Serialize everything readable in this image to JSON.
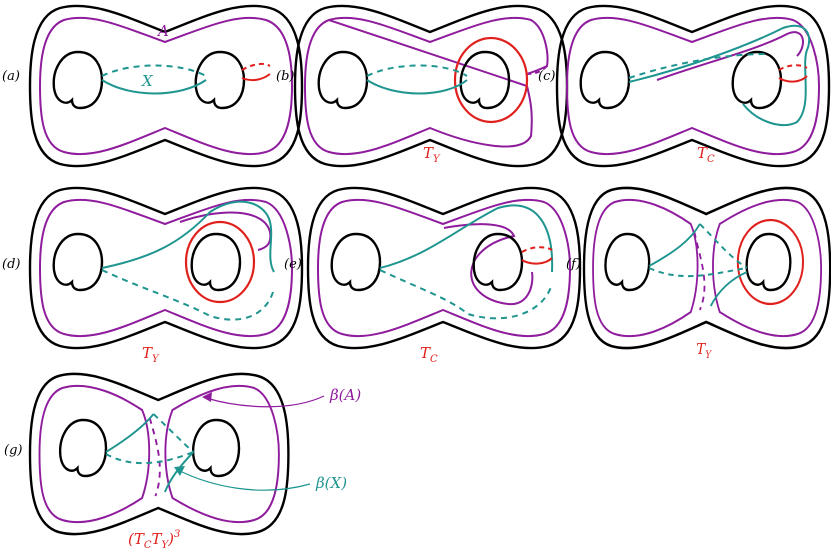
{
  "colors": {
    "surface": "#000000",
    "curve_A": "#8e1c9c",
    "curve_X": "#1f9590",
    "twist_curve": "#e0201c"
  },
  "panels": [
    {
      "label": "(a)",
      "twist": ""
    },
    {
      "label": "(b)",
      "twist": "T",
      "twist_sub": "Y"
    },
    {
      "label": "(c)",
      "twist": "T",
      "twist_sub": "C"
    },
    {
      "label": "(d)",
      "twist": "T",
      "twist_sub": "Y"
    },
    {
      "label": "(e)",
      "twist": "T",
      "twist_sub": "C"
    },
    {
      "label": "(f)",
      "twist": "T",
      "twist_sub": "Y"
    },
    {
      "label": "(g)",
      "twist": "(T",
      "twist_sub": "C",
      "twist_mid": "T",
      "twist_sub2": "Y",
      "twist_end": ")",
      "twist_sup": "3"
    }
  ],
  "curve_labels": {
    "A": "A",
    "X": "X",
    "beta_A": "β(A)",
    "beta_X": "β(X)"
  }
}
